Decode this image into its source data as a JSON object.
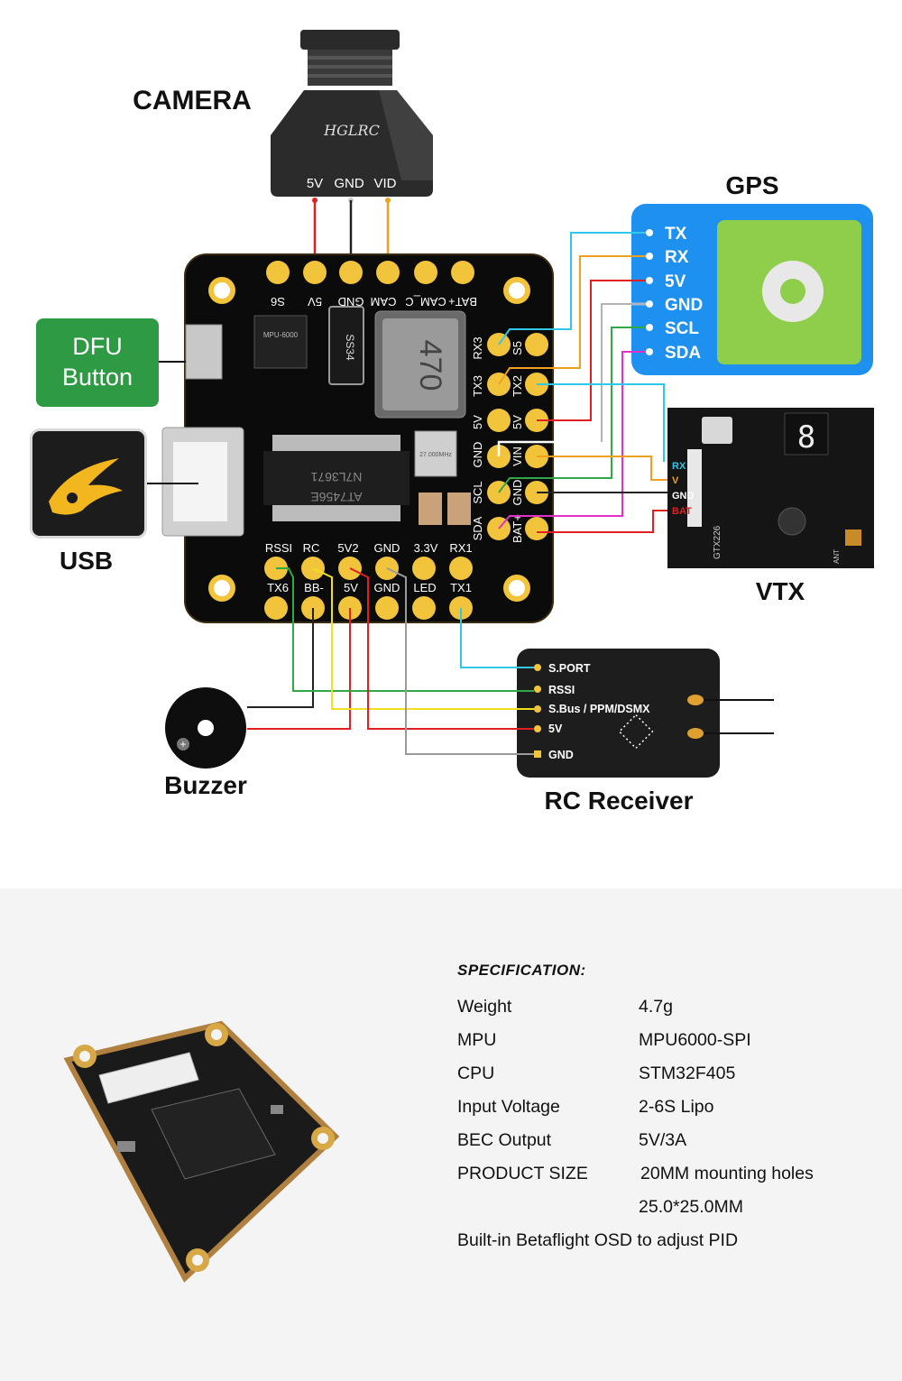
{
  "diagram": {
    "camera": {
      "title": "CAMERA",
      "pins": [
        "5V",
        "GND",
        "VID"
      ]
    },
    "gps": {
      "title": "GPS",
      "pins": [
        "TX",
        "RX",
        "5V",
        "GND",
        "SCL",
        "SDA"
      ]
    },
    "vtx": {
      "title": "VTX",
      "pins": [
        "RX",
        "V",
        "GND",
        "BAT"
      ],
      "model": "GTX226",
      "ant": "ANT"
    },
    "dfu": {
      "line1": "DFU",
      "line2": "Button"
    },
    "usb": {
      "title": "USB"
    },
    "buzzer": {
      "title": "Buzzer"
    },
    "receiver": {
      "title": "RC Receiver",
      "pins": [
        "S.PORT",
        "RSSI",
        "S.Bus / PPM/DSMX",
        "5V",
        "GND"
      ]
    },
    "board": {
      "top_pads": [
        "S6",
        "5V",
        "GND",
        "CAM",
        "CAM_C",
        "BAT+"
      ],
      "right_col1": [
        "RX3",
        "TX3",
        "5V",
        "GND",
        "SCL",
        "SDA"
      ],
      "right_col2": [
        "S5",
        "TX2",
        "5V",
        "VIN",
        "GND",
        "BAT+"
      ],
      "bottom_row1": [
        "RSSI",
        "RC",
        "5V2",
        "GND",
        "3.3V",
        "RX1"
      ],
      "bottom_row2": [
        "TX6",
        "BB-",
        "5V",
        "GND",
        "LED",
        "TX1"
      ],
      "chip_labels": [
        "AT7456E",
        "N7L3671",
        "SS34",
        "470",
        "MPU-6000",
        "27.000MHz"
      ]
    },
    "colors": {
      "wire_red": "#e02020",
      "wire_black": "#222222",
      "wire_orange": "#f0a020",
      "wire_cyan": "#30c8e8",
      "wire_green": "#30a848",
      "wire_yellow": "#f0e020",
      "wire_gray": "#9a9a9a",
      "wire_magenta": "#e030c8",
      "gps_blue": "#1e90f0",
      "pad_gold": "#f2c43c",
      "dfu_green": "#2e9a43"
    }
  },
  "spec": {
    "title": "SPECIFICATION:",
    "rows": [
      {
        "label": "Weight",
        "value": "4.7g"
      },
      {
        "label": "MPU",
        "value": "MPU6000-SPI"
      },
      {
        "label": "CPU",
        "value": "STM32F405"
      },
      {
        "label": "Input Voltage",
        "value": "2-6S Lipo"
      },
      {
        "label": "BEC Output",
        "value": "5V/3A"
      },
      {
        "label": "PRODUCT SIZE",
        "value": "20MM mounting holes"
      }
    ],
    "size_extra": "25.0*25.0MM",
    "footer": "Built-in Betaflight OSD to adjust PID"
  }
}
